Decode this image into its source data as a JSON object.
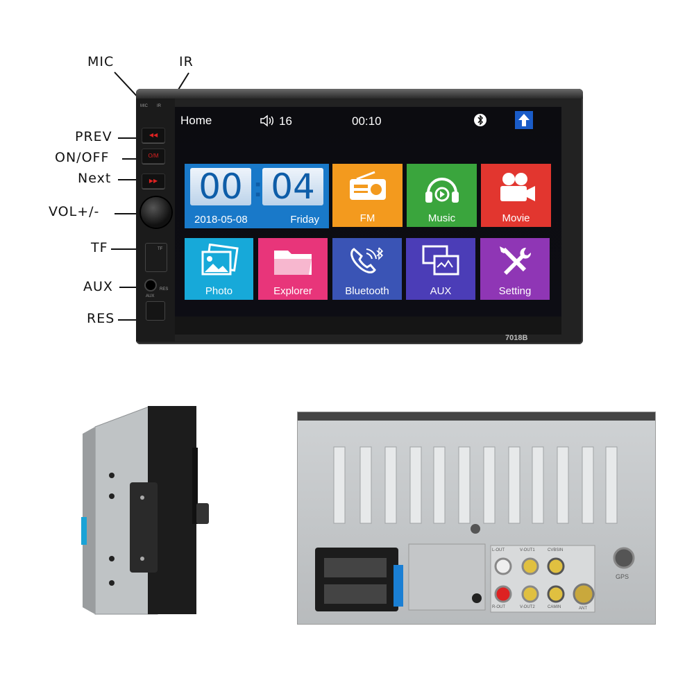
{
  "callouts": {
    "mic": "MIC",
    "ir": "IR",
    "prev": "PREV",
    "onoff": "ON/OFF",
    "next": "Next",
    "vol": "VOL+/-",
    "tf": "TF",
    "aux": "AUX",
    "res": "RES"
  },
  "unit": {
    "model": "7018B",
    "panel_labels": {
      "mic": "MIC",
      "ir": "IR",
      "onoff": "O/M",
      "tf": "TF",
      "aux": "AUX",
      "res": "RES"
    }
  },
  "status_bar": {
    "title": "Home",
    "volume": "16",
    "time": "00:10",
    "volume_icon": "speaker-icon",
    "bluetooth_icon": "bluetooth-icon",
    "home_icon": "home-arrow-icon"
  },
  "clock": {
    "hours": "00",
    "minutes": "04",
    "date": "2018-05-08",
    "day": "Friday"
  },
  "tiles": [
    {
      "label": "FM",
      "color": "#f39a1e",
      "icon": "radio-icon"
    },
    {
      "label": "Music",
      "color": "#3aa53d",
      "icon": "headphones-icon"
    },
    {
      "label": "Movie",
      "color": "#e2362f",
      "icon": "camera-icon"
    },
    {
      "label": "Photo",
      "color": "#17a9d9",
      "icon": "photo-icon"
    },
    {
      "label": "Explorer",
      "color": "#e8357a",
      "icon": "folder-icon"
    },
    {
      "label": "Bluetooth",
      "color": "#3a54b5",
      "icon": "phone-bluetooth-icon"
    },
    {
      "label": "AUX",
      "color": "#4b3db7",
      "icon": "aux-screens-icon"
    },
    {
      "label": "Setting",
      "color": "#8f36b5",
      "icon": "tools-icon"
    }
  ],
  "rear_panel": {
    "labels": [
      "L-OUT",
      "V-OUT1",
      "CVBSIN",
      "R-OUT",
      "V-OUT2",
      "CAMIN",
      "ANT",
      "GPS"
    ]
  }
}
